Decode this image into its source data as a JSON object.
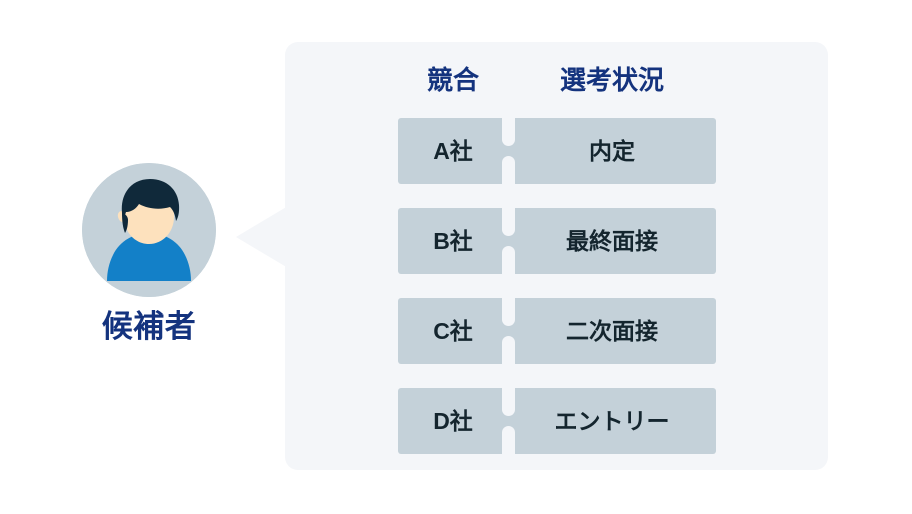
{
  "candidate": {
    "label": "候補者",
    "avatar_alt": "candidate-avatar",
    "colors": {
      "circle_bg": "#c4d1d9",
      "hair": "#10293a",
      "skin": "#fde1bd",
      "shirt": "#1380c8",
      "label_text": "#14337e"
    }
  },
  "panel": {
    "background": "#f4f6f9",
    "headers": {
      "competitor": "競合",
      "status": "選考状況"
    },
    "header_color": "#14337e",
    "cell_bg": "#c4d1d9",
    "cell_text_color": "#14252e",
    "rows": [
      {
        "competitor": "A社",
        "status": "内定"
      },
      {
        "competitor": "B社",
        "status": "最終面接"
      },
      {
        "competitor": "C社",
        "status": "二次面接"
      },
      {
        "competitor": "D社",
        "status": "エントリー"
      }
    ]
  }
}
